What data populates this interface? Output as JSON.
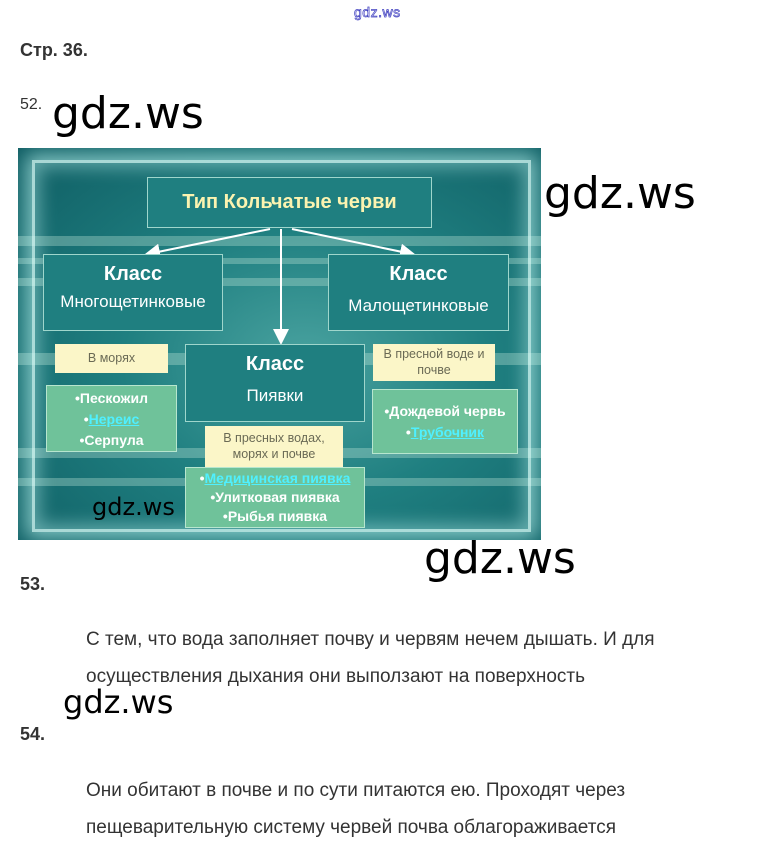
{
  "watermarks": {
    "top": "gdz.ws",
    "big1": "gdz.ws",
    "big2": "gdz.ws",
    "small": "gdz.ws",
    "big3": "gdz.ws",
    "mid": "gdz.ws"
  },
  "page_heading": "Стр. 36.",
  "tasks": [
    {
      "number": "52."
    },
    {
      "number": "53.",
      "text": "С тем, что вода заполняет почву и червям нечем дышать. И для осуществления дыхания они выползают на поверхность"
    },
    {
      "number": "54.",
      "text": "Они обитают в почве и по сути питаются ею. Проходят через пещеварительную систему червей почва облагораживается"
    }
  ],
  "diagram": {
    "title": "Тип Кольчатые черви",
    "classes": [
      {
        "label": "Класс",
        "name": "Многощетинковые",
        "habitat": "В морях",
        "examples": [
          {
            "text": "•Пескожил",
            "link": false
          },
          {
            "text": "Нереис",
            "link": true
          },
          {
            "text": "•Серпула",
            "link": false
          }
        ]
      },
      {
        "label": "Класс",
        "name": "Пиявки",
        "habitat": "В пресных водах, морях и почве",
        "examples": [
          {
            "text": "Медицинская пиявка",
            "link": true
          },
          {
            "text": "•Улитковая пиявка",
            "link": false
          },
          {
            "text": "•Рыбья пиявка",
            "link": false
          }
        ]
      },
      {
        "label": "Класс",
        "name": "Малощетинковые",
        "habitat": "В пресной воде и почве",
        "examples": [
          {
            "text": "•Дождевой червь",
            "link": false
          },
          {
            "text": "Трубочник",
            "link": true
          }
        ]
      }
    ]
  }
}
